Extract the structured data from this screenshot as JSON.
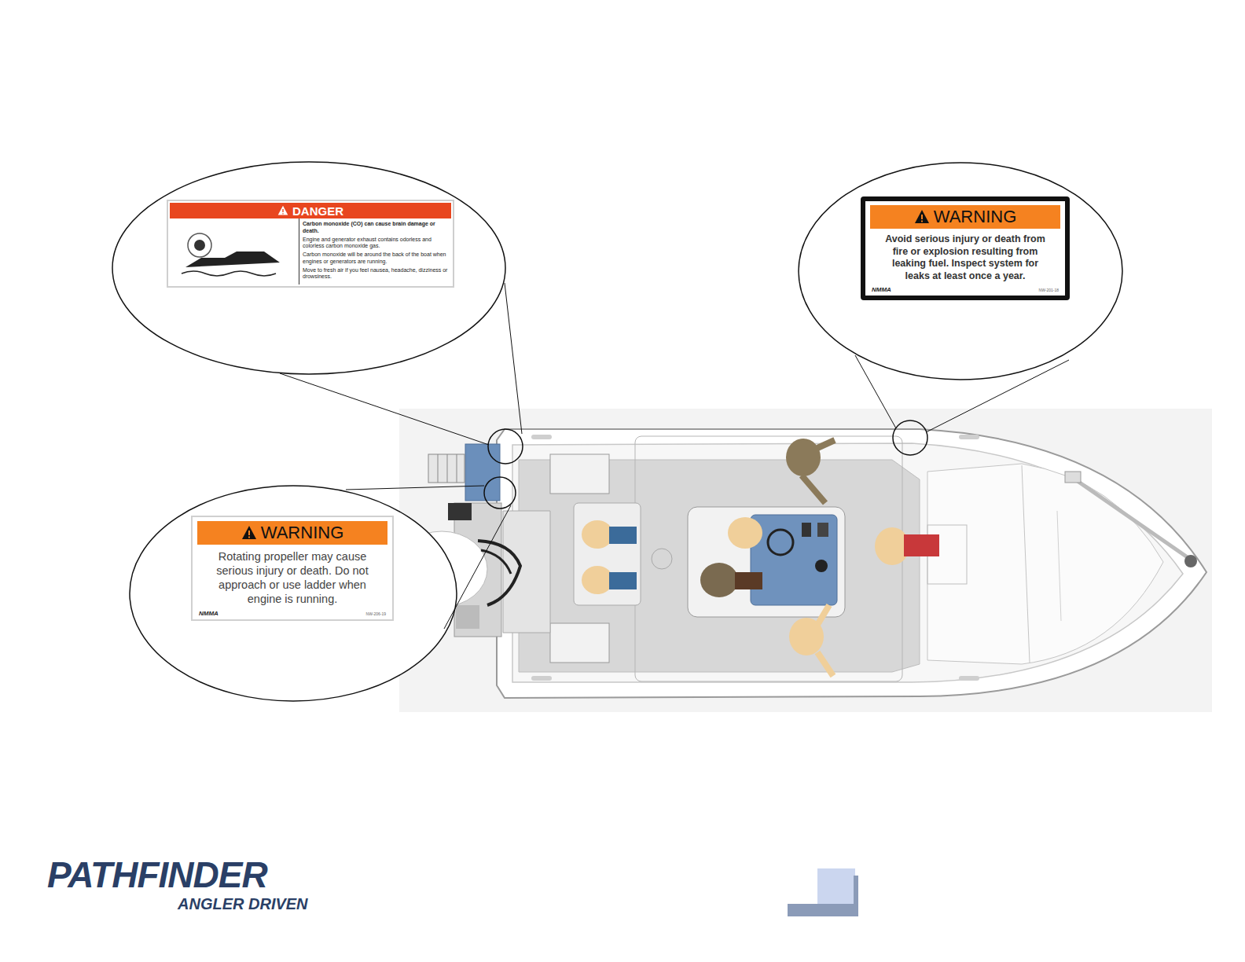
{
  "diagram": {
    "nodes": [
      {
        "text": [
          "DANGER",
          "Carbon monoxide (CO) can cause brain damage or death.",
          "Engine and generator exhaust contains odorless and colorless carbon monoxide gas.",
          "Carbon monoxide will be around the back of the boat when engines or generators are running.",
          "Move to fresh air if you feel nausea, headache, dizziness or drowsiness."
        ]
      },
      {
        "text": [
          "WARNING",
          "Avoid serious injury or death from fire or explosion resulting from leaking fuel. Inspect system for leaks at least once a year.",
          "NMMA",
          "NW-201-18"
        ]
      },
      {
        "text": [
          "WARNING",
          "Rotating propeller may cause serious injury or death. Do not approach or use ladder when engine is running.",
          "NMMA",
          "NW-206-19"
        ]
      }
    ],
    "labels": [
      "PATHFINDER",
      "ANGLER DRIVEN"
    ]
  }
}
